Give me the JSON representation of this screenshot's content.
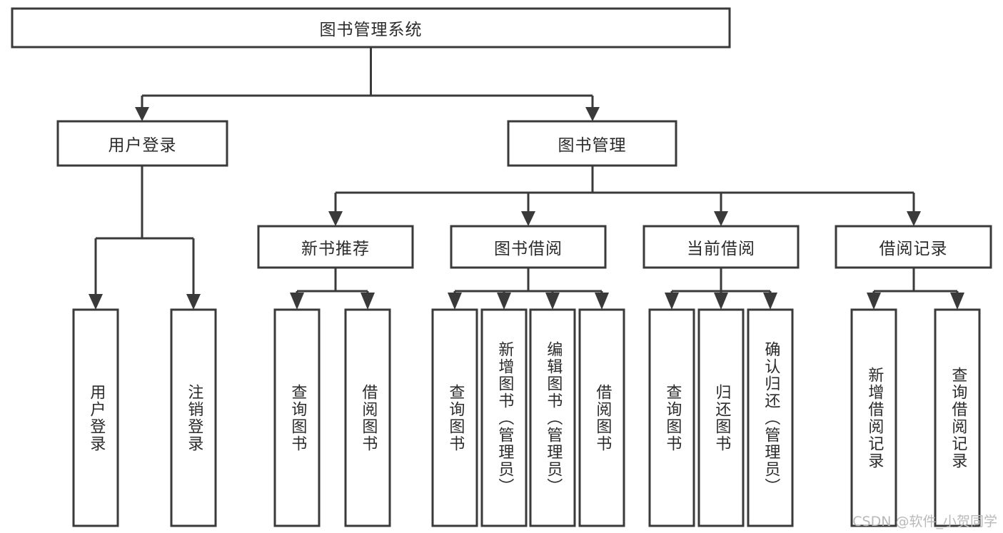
{
  "diagram": {
    "type": "tree-hierarchy",
    "title": "图书管理系统",
    "orientation": "top-down",
    "colors": {
      "box_fill": "#ffffff",
      "box_stroke": "#3a3a3a",
      "text": "#2b2b2b",
      "background": "#ffffff",
      "watermark": "#b9b9b9"
    },
    "root": {
      "label": "图书管理系统"
    },
    "level2": [
      {
        "label": "用户登录"
      },
      {
        "label": "图书管理"
      }
    ],
    "level3": [
      {
        "label": "新书推荐"
      },
      {
        "label": "图书借阅"
      },
      {
        "label": "当前借阅"
      },
      {
        "label": "借阅记录"
      }
    ],
    "leaves": {
      "user_login": [
        {
          "label": "用户登录"
        },
        {
          "label": "注销登录"
        }
      ],
      "new_book_recommend": [
        {
          "label": "查询图书"
        },
        {
          "label": "借阅图书"
        }
      ],
      "book_borrow": [
        {
          "label": "查询图书"
        },
        {
          "label": "新增图书（管理员）"
        },
        {
          "label": "编辑图书（管理员）"
        },
        {
          "label": "借阅图书"
        }
      ],
      "current_borrow": [
        {
          "label": "查询图书"
        },
        {
          "label": "归还图书"
        },
        {
          "label": "确认归还（管理员）"
        }
      ],
      "borrow_record": [
        {
          "label": "新增借阅记录"
        },
        {
          "label": "查询借阅记录"
        }
      ]
    }
  },
  "watermark": {
    "text": "CSDN @软件_小贺同学"
  }
}
